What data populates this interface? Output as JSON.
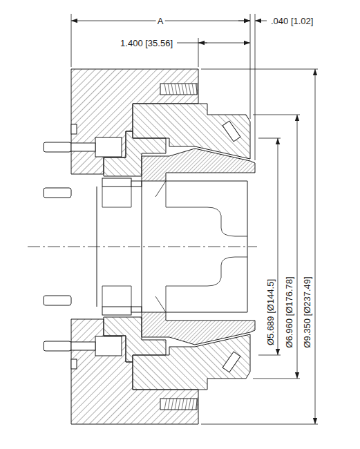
{
  "diagram": {
    "labels": [
      "A",
      ".040 [1.02]",
      "1.400 [35.56]",
      "Ø5.689 [Ø144.5]",
      "Ø6.960 [Ø176.78]",
      "Ø9.350 [Ø237.49]"
    ]
  }
}
